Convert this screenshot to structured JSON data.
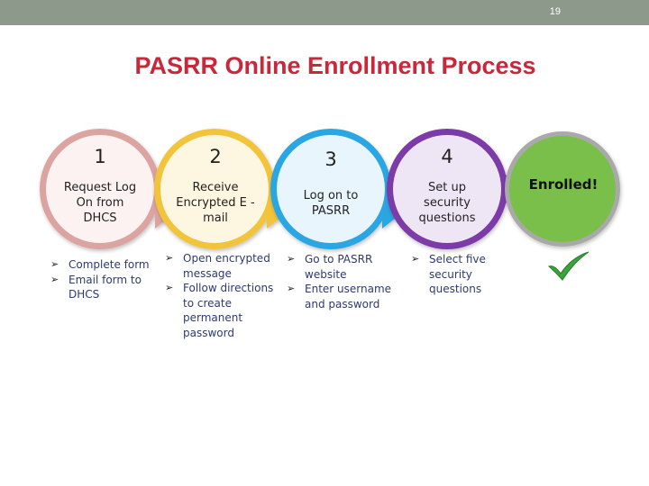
{
  "slide_number": "19",
  "title": "PASRR Online Enrollment Process",
  "steps": [
    {
      "number": "1",
      "label": "Request Log On from DHCS",
      "color": "#dca4a0",
      "bullets": [
        "Complete form",
        "Email form to DHCS"
      ]
    },
    {
      "number": "2",
      "label": "Receive Encrypted E -mail",
      "color": "#f2c43a",
      "bullets": [
        "Open encrypted message",
        "Follow directions to create permanent password"
      ]
    },
    {
      "number": "3",
      "label": "Log on to PASRR",
      "color": "#2ba6e2",
      "bullets": [
        "Go to PASRR website",
        "Enter username and password"
      ]
    },
    {
      "number": "4",
      "label": "Set up security questions",
      "color": "#7c3aa6",
      "bullets": [
        "Select five security questions"
      ]
    }
  ],
  "final_step": {
    "label": "Enrolled!",
    "color": "#79bf4a"
  },
  "check_icon": "checkmark-icon",
  "bullet_icon": "arrow-bullet-icon",
  "colors": {
    "title": "#c8283a",
    "topbar": "#8d9a8b",
    "bullet_text": "#2e3a6e"
  }
}
